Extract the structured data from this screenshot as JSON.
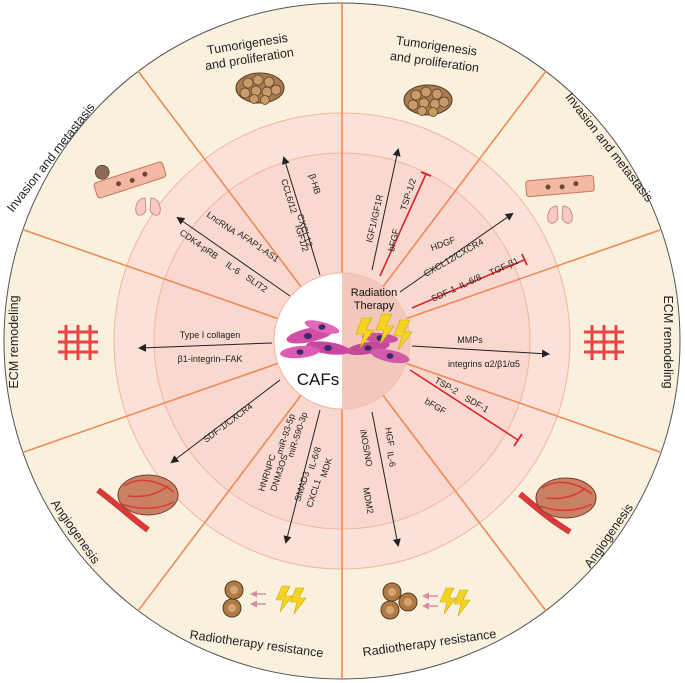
{
  "colors": {
    "outer_ring": "#f9f1dd",
    "mid_ring": "#fbe1d8",
    "inner_ring": "#f7d7cf",
    "center_left": "#ffffff",
    "center_right": "#f2c7bc",
    "divider": "#ee8a58",
    "inhibit": "#d9252a",
    "arrow": "#222222",
    "cell_purple": "#d24fa8",
    "nucleus": "#3a2a6a",
    "bolt": "#f5d321"
  },
  "center": {
    "left_label": "CAFs",
    "right_label_line1": "Radiation",
    "right_label_line2": "Therapy"
  },
  "segments": {
    "left_top": {
      "line1": "Tumorigenesis",
      "line2": "and proliferation"
    },
    "left_upper": {
      "line1": "Invasion and metastasis"
    },
    "left_mid": {
      "line1": "ECM remodeling"
    },
    "left_lower": {
      "line1": "Angiogenesis"
    },
    "left_bottom": {
      "line1": "Radiotherapy resistance"
    },
    "right_top": {
      "line1": "Tumorigenesis",
      "line2": "and proliferation"
    },
    "right_upper": {
      "line1": "Invasion and metastasis"
    },
    "right_mid": {
      "line1": "ECM remodeling"
    },
    "right_lower": {
      "line1": "Angiogenesis"
    },
    "right_bottom": {
      "line1": "Radiotherapy resistance"
    }
  },
  "molecules": {
    "lt_b_hb": "β-HB",
    "lt_cxcl12": "CXCL12",
    "lt_ccl6": "CCL6/12",
    "lt_igf12": "IGF1/2",
    "lu_lncrna": "LncRNA",
    "lu_afap": "AFAP1-AS1",
    "lu_cdk4": "CDK4-pRB",
    "lu_il6": "IL-6",
    "lu_slit2": "SLIT2",
    "lm_col": "Type I collagen",
    "lm_fak": "β1-integrin–FAK",
    "ll_sdf": "SDF-1/CXCR4",
    "lb_hnrnpc": "HNRNPC",
    "lb_mir93": "miR-93-5p",
    "lb_dnm3os": "DNM3OS",
    "lb_mir590": "miR-590-3p",
    "lb_smad3": "SMAD3",
    "lb_cxcl1": "CXCL1",
    "lb_il68": "IL-6/8",
    "lb_mdk": "MDK",
    "rt_igf1r": "IGF1/IGF1R",
    "rt_bfgf": "bFGF",
    "rt_tsp12": "TSP-1/2",
    "ru_hdgf": "HDGF",
    "ru_cxcl12": "CXCL12/CXCR4",
    "ru_sdf1": "SDF-1",
    "ru_il68": "IL-6/8",
    "ru_tgfb": "TGF-β1",
    "rm_mmps": "MMPs",
    "rm_integrins": "integrins α2/β1/α5",
    "rl_tsp2": "TSP-2",
    "rl_sdf1": "SDF-1",
    "rl_bfgf": "bFGF",
    "rb_hgf": "HGF",
    "rb_il6": "IL-6",
    "rb_inos": "iNOS/NO",
    "rb_mdm2": "MDM2"
  }
}
